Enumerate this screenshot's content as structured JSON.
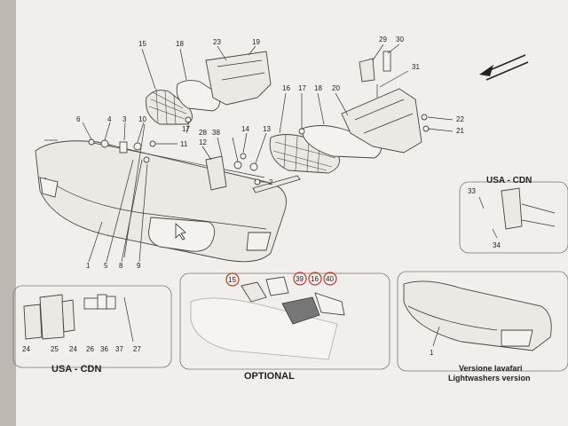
{
  "diagram": {
    "callouts_main": [
      "15",
      "18",
      "23",
      "19",
      "29",
      "30",
      "31",
      "16",
      "17",
      "18",
      "20",
      "22",
      "21",
      "6",
      "4",
      "3",
      "10",
      "11",
      "12",
      "28",
      "38",
      "14",
      "13",
      "17",
      "2",
      "1",
      "5",
      "8",
      "9"
    ],
    "optional_callouts": [
      "15",
      "39",
      "16",
      "40"
    ],
    "usa_cdn_right_callouts": [
      "33",
      "34"
    ],
    "usa_cdn_left_callouts": [
      "24",
      "25",
      "24",
      "26",
      "36",
      "37",
      "27"
    ],
    "lightwashers_callouts": [
      "1"
    ],
    "labels": {
      "usa_cdn_left": "USA - CDN",
      "optional": "OPTIONAL",
      "usa_cdn_right": "USA - CDN",
      "lightwashers_it": "Versione lavafari",
      "lightwashers_en": "Lightwashers version"
    }
  }
}
